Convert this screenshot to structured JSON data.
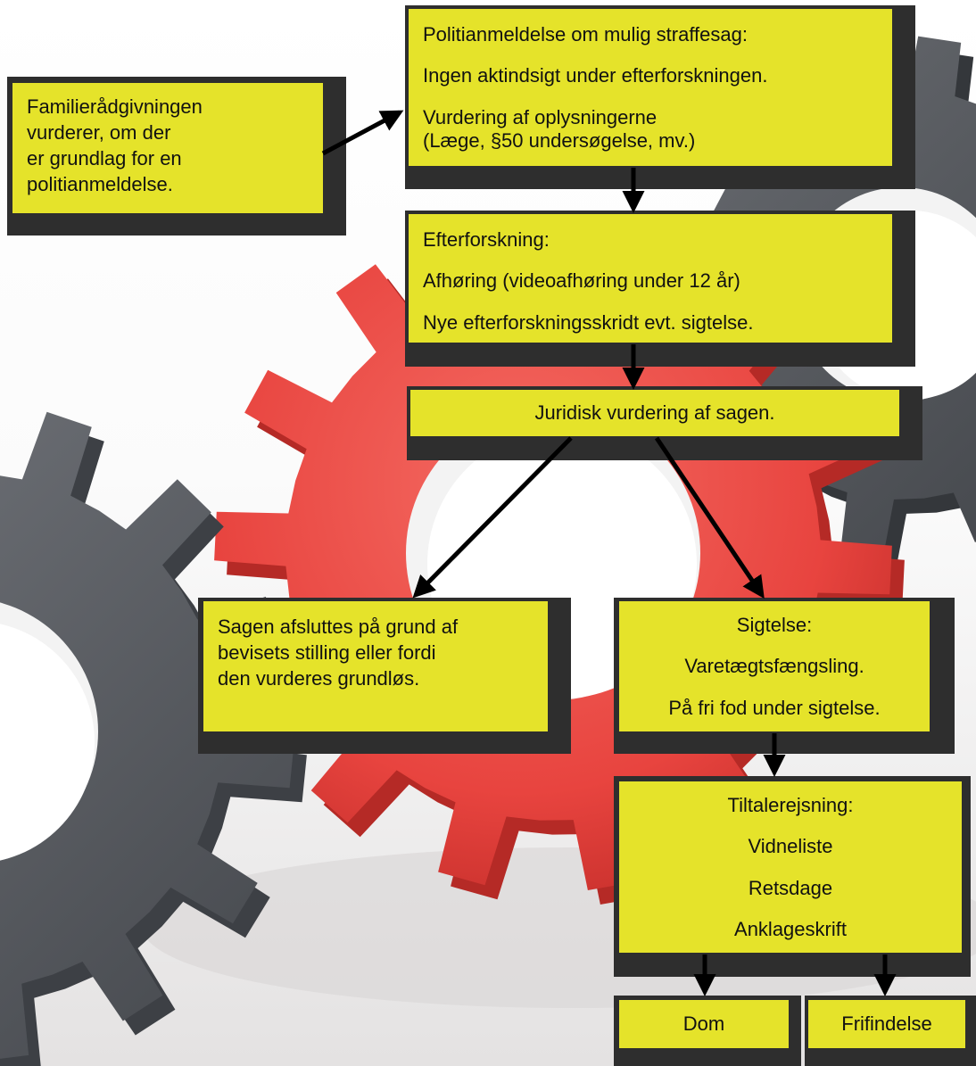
{
  "colors": {
    "box_fill": "#e5e32a",
    "box_shadow": "#2e2e2e",
    "arrow": "#000000",
    "gear_red": "#e8443f",
    "gear_gray": "#5b5e63"
  },
  "boxes": {
    "familie": {
      "lines": [
        "Familierådgivningen",
        "vurderer, om der",
        "er grundlag for en",
        "politianmeldelse."
      ]
    },
    "politi": {
      "lines": [
        "Politianmeldelse om mulig straffesag:",
        "Ingen aktindsigt under efterforskningen.",
        "Vurdering af oplysningerne",
        "(Læge, §50 undersøgelse, mv.)"
      ]
    },
    "efterforskning": {
      "lines": [
        "Efterforskning:",
        "Afhøring (videoafhøring under 12 år)",
        "Nye efterforskningsskridt evt. sigtelse."
      ]
    },
    "juridisk": {
      "lines": [
        "Juridisk vurdering af sagen."
      ]
    },
    "afsluttes": {
      "lines": [
        "Sagen afsluttes på grund af",
        "bevisets stilling eller fordi",
        "den vurderes grundløs."
      ]
    },
    "sigtelse": {
      "lines": [
        "Sigtelse:",
        "Varetægtsfængsling.",
        "På fri fod under sigtelse."
      ]
    },
    "tiltale": {
      "lines": [
        "Tiltalerejsning:",
        "Vidneliste",
        "Retsdage",
        "Anklageskrift"
      ]
    },
    "dom": {
      "lines": [
        "Dom"
      ]
    },
    "frifindelse": {
      "lines": [
        "Frifindelse"
      ]
    }
  }
}
